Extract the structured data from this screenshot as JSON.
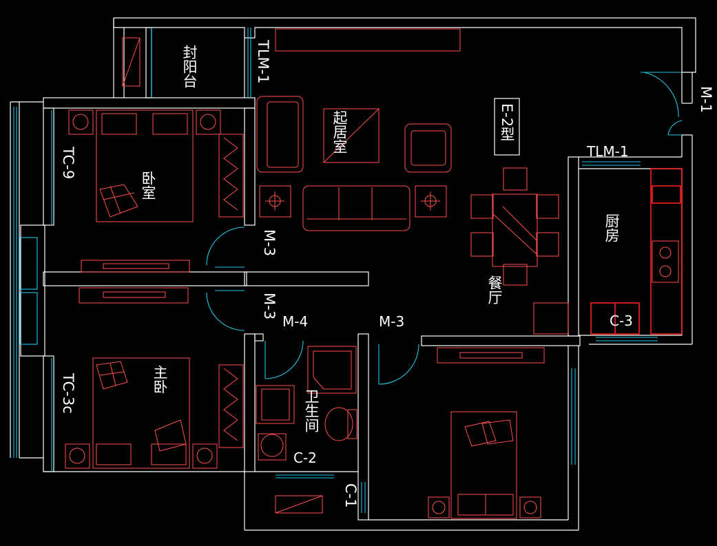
{
  "plan_type": "E-2型",
  "rooms": {
    "sealed_balcony": "封阳台",
    "living_room": "起居室",
    "bedroom": "卧室",
    "master_bedroom": "主卧",
    "dining_room": "餐厅",
    "kitchen": "厨房",
    "bathroom": "卫生间"
  },
  "openings": {
    "tlm1_top": "TLM-1",
    "m1": "M-1",
    "tlm1_kitchen": "TLM-1",
    "tc9": "TC-9",
    "m3_upper": "M-3",
    "m3_lower": "M-3",
    "m4": "M-4",
    "m3_corridor": "M-3",
    "tc3c": "TC-3c",
    "c2": "C-2",
    "c3": "C-3",
    "c1": "C-1"
  },
  "colors": {
    "background": "#000000",
    "walls": "#ffffff",
    "furniture": "#ff5050",
    "windows_doors": "#22c8e6",
    "fixtures": "#ff2020"
  }
}
